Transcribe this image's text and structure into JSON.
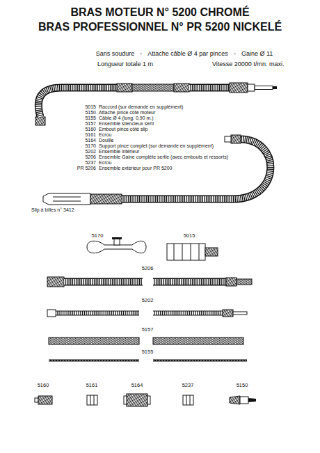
{
  "diagram": {
    "title": "BRAS MOTEUR N° 5200 CHROMÉ",
    "labels": [
      "BRAS PROFESSIONNEL N° PR 5200 NICKELÉ",
      "Sans soudure",
      "-",
      "Attache câble Ø 4 par pinces",
      "-",
      "Gaine Ø 11",
      "Longueur totale 1 m",
      "Vitesse 20000 t/mn. maxi.",
      "5015",
      "Raccord (sur demande en supplément)",
      "5150",
      "Attache pince côté moteur",
      "5155",
      "Câble Ø 4 (long. 0,90 m.)",
      "5157",
      "Ensemble silencieux serti",
      "5160",
      "Embout pince côté slip",
      "5161",
      "Ecrou",
      "5164",
      "Douille",
      "5170",
      "Support pince complet (sur demande en supplément)",
      "5202",
      "Ensemble intérieur",
      "5206",
      "Ensemble Gaine complète sertie (avec embouts et ressorts)",
      "5237",
      "Ecrou",
      "PR 5206",
      "Ensemble extérieur pour PR 5200",
      "Slip à billes n° 3412",
      "5170",
      "5015",
      "5206",
      "5202",
      "5157",
      "5155",
      "5160",
      "5161",
      "5164",
      "5237",
      "5150"
    ]
  }
}
